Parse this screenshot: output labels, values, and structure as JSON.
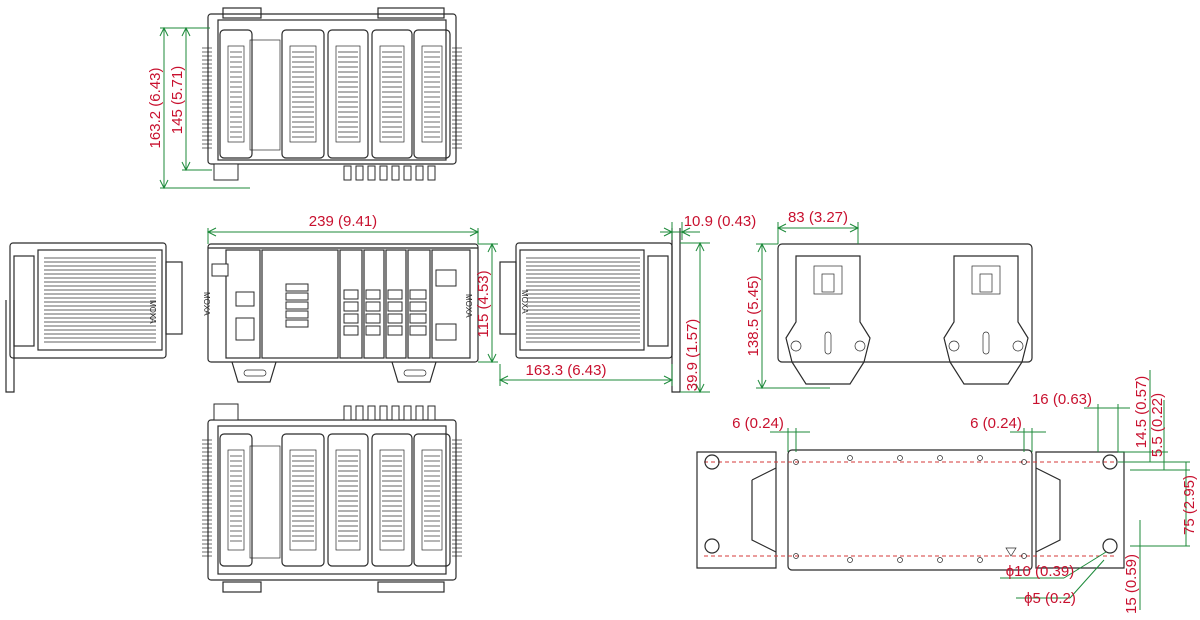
{
  "colors": {
    "dimension_text": "#c8102e",
    "dimension_line": "#1c8a3a",
    "outline": "#2b2b2b",
    "hidden_line": "#d63a3a"
  },
  "dimensions": {
    "top_total_height": "163.2 (6.43)",
    "top_body_height": "145 (5.71)",
    "front_width": "239 (9.41)",
    "front_height": "115 (4.53)",
    "side_depth": "163.3 (6.43)",
    "side_bracket_offset": "10.9 (0.43)",
    "side_bracket_height": "39.9 (1.57)",
    "rear_bracket_width": "83 (3.27)",
    "rear_height": "138.5 (5.45)",
    "hole_offset_left": "6 (0.24)",
    "hole_offset_right": "6 (0.24)",
    "bracket_slot_width": "16 (0.63)",
    "bracket_top_offset": "14.5 (0.57)",
    "slot_offset": "5.5 (0.22)",
    "slot_pitch_upper": "75 (2.95)",
    "slot_pitch_lower": "15 (0.59)",
    "hole_large": "ϕ10 (0.39)",
    "hole_small": "ϕ5 (0.2)"
  },
  "logo_text": "MOXA"
}
